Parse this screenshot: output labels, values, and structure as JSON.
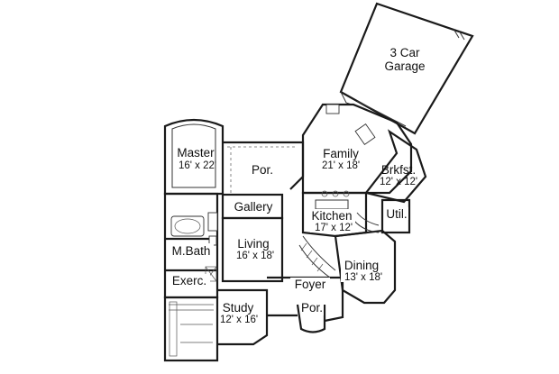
{
  "rooms": {
    "garage": {
      "name_line1": "3 Car",
      "name_line2": "Garage",
      "dims": ""
    },
    "master": {
      "name": "Master",
      "dims": "16' x 22'"
    },
    "porch_rear": {
      "name": "Por.",
      "dims": ""
    },
    "family": {
      "name": "Family",
      "dims": "21' x 18'"
    },
    "breakfast": {
      "name": "Brkfst.",
      "dims": "12' x 12'"
    },
    "gallery": {
      "name": "Gallery",
      "dims": ""
    },
    "kitchen": {
      "name": "Kitchen",
      "dims": "17' x 12'"
    },
    "utility": {
      "name": "Util.",
      "dims": ""
    },
    "mbath": {
      "name": "M.Bath",
      "dims": ""
    },
    "living": {
      "name": "Living",
      "dims": "16' x 18'"
    },
    "dining": {
      "name": "Dining",
      "dims": "13' x 18'"
    },
    "exercise": {
      "name": "Exerc.",
      "dims": ""
    },
    "foyer": {
      "name": "Foyer",
      "dims": ""
    },
    "study": {
      "name": "Study",
      "dims": "12' x 16'"
    },
    "porch_front": {
      "name": "Por.",
      "dims": ""
    }
  }
}
